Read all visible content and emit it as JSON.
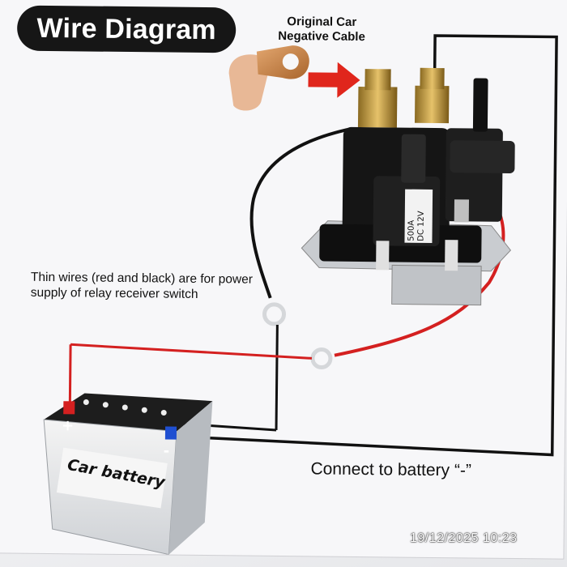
{
  "diagram": {
    "title": "Wire Diagram",
    "negative_cable_label": "Original Car\nNegative Cable",
    "thin_wires_note": "Thin wires (red and black) are for power supply of relay receiver switch",
    "connect_battery_label": "Connect to battery “-”",
    "battery_text": "Car battery",
    "relay_rating": "500A\nDC 12V",
    "battery_plus": "+",
    "battery_minus": "-"
  },
  "overlay": {
    "timestamp": "19/12/2025  10:23"
  },
  "colors": {
    "black_wire": "#111111",
    "red_wire": "#d42020",
    "arrow": "#e0261c",
    "copper": "#c98a4a"
  }
}
